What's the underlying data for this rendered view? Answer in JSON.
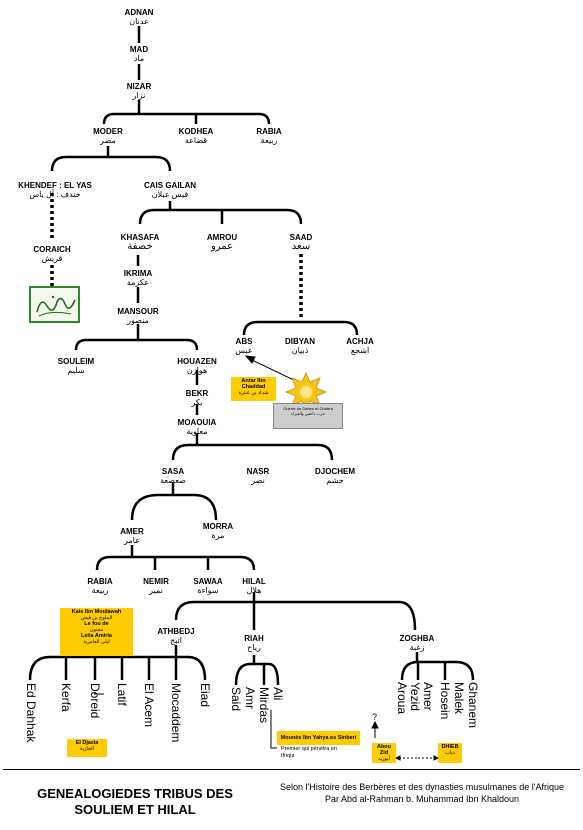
{
  "tribes": {
    "adnan": {
      "name": "ADNAN",
      "arabic": "عدنان"
    },
    "mad": {
      "name": "MAD",
      "arabic": "ماد"
    },
    "nizar": {
      "name": "NIZAR",
      "arabic": "نزار"
    },
    "moder": {
      "name": "MODER",
      "arabic": "مضر"
    },
    "kodhea": {
      "name": "KODHEA",
      "arabic": "قضاعة"
    },
    "rabia1": {
      "name": "RABIA",
      "arabic": "ربيعة"
    },
    "khendef": {
      "name": "KHENDEF : EL YAS",
      "arabic": "خندف : آل ياس"
    },
    "cais": {
      "name": "CAIS GAILAN",
      "arabic": "قيس عيلان"
    },
    "coraich": {
      "name": "CORAICH",
      "arabic": "قريش"
    },
    "khasafa": {
      "name": "KHASAFA",
      "arabic": "خصفة"
    },
    "amrou": {
      "name": "AMROU",
      "arabic": "عمرو"
    },
    "saad": {
      "name": "SAAD",
      "arabic": "سعد"
    },
    "ikrima": {
      "name": "IKRIMA",
      "arabic": "عكرمة"
    },
    "mansour": {
      "name": "MANSOUR",
      "arabic": "منصور"
    },
    "abs": {
      "name": "ABS",
      "arabic": "عبس"
    },
    "dibyan": {
      "name": "DIBYAN",
      "arabic": "ذبيان"
    },
    "achja": {
      "name": "ACHJA",
      "arabic": "اشجع"
    },
    "souleim": {
      "name": "SOULEIM",
      "arabic": "سليم"
    },
    "houazen": {
      "name": "HOUAZEN",
      "arabic": "هوازن"
    },
    "bekr": {
      "name": "BEKR",
      "arabic": "بكر"
    },
    "moaouia": {
      "name": "MOAOUIA",
      "arabic": "معاوية"
    },
    "sasa": {
      "name": "SASA",
      "arabic": "صعصعة"
    },
    "nasr": {
      "name": "NASR",
      "arabic": "نصر"
    },
    "djochem": {
      "name": "DJOCHEM",
      "arabic": "جشم"
    },
    "amer": {
      "name": "AMER",
      "arabic": "عامر"
    },
    "morra": {
      "name": "MORRA",
      "arabic": "مرة"
    },
    "rabia2": {
      "name": "RABIA",
      "arabic": "ربيعة"
    },
    "nemir": {
      "name": "NEMIR",
      "arabic": "نمير"
    },
    "sawaa": {
      "name": "SAWAA",
      "arabic": "سواءة"
    },
    "hilal": {
      "name": "HILAL",
      "arabic": "هلال"
    },
    "athbedj": {
      "name": "ATHBEDJ",
      "arabic": "اثبج"
    },
    "riah": {
      "name": "RIAH",
      "arabic": "رياح"
    },
    "zoghba": {
      "name": "ZOGHBA",
      "arabic": "زغبة"
    }
  },
  "leaves": {
    "athbedj": [
      "Ed Dahhak",
      "Kerfa",
      "Doreid",
      "Latif",
      "El Acem",
      "Mocaddem",
      "Eiad"
    ],
    "riah": [
      "Said",
      "Amr",
      "Mirdas",
      "Ali"
    ],
    "zoghba": [
      "Aroua",
      "Yezid",
      "Amer",
      "Hosein",
      "Malek",
      "Ghanem"
    ]
  },
  "boxes": {
    "antar": {
      "title": "Antar Ibn Chaddad",
      "arabic": "شداد بن عنترة"
    },
    "guerre": {
      "line1": "Guerre de Dahes et Ghabra",
      "line2": "حرب داحس والغبراء"
    },
    "kais": {
      "title": "Kais Ibn Moulawah",
      "arabic1": "الملوح بن قيس",
      "fr1": "Le fou de",
      "arabic2": "مجنون",
      "fr2": "Leila Amiria",
      "arabic3": "ليلى العامرية"
    },
    "eldjazia": {
      "title": "El Djazia",
      "arabic": "الجازية"
    },
    "mounes": {
      "title": "Mounès Ibn Yahya es Sinberi"
    },
    "premier": {
      "text": "Premier qui pénétra en Ifriqia"
    },
    "abouzid": {
      "title": "Abou Zid",
      "arabic": "أبوزيد"
    },
    "dhieb": {
      "title": "DHIEB",
      "arabic": "ذياب"
    },
    "question": "?"
  },
  "footer": {
    "title_line1": "GENEALOGIEDES TRIBUS DES",
    "title_line2": "SOULIEM ET HILAL",
    "source_line1": "Selon l'Histoire des Berbères et des dynasties musulmanes de l'Afrique",
    "source_line2": "Par Abd al-Rahman b. Muhammad Ibn Khaldoun"
  },
  "colors": {
    "box": "#ffcc00",
    "calligraphy_border": "#2a8a2a",
    "battle_box": "#cccccc"
  }
}
